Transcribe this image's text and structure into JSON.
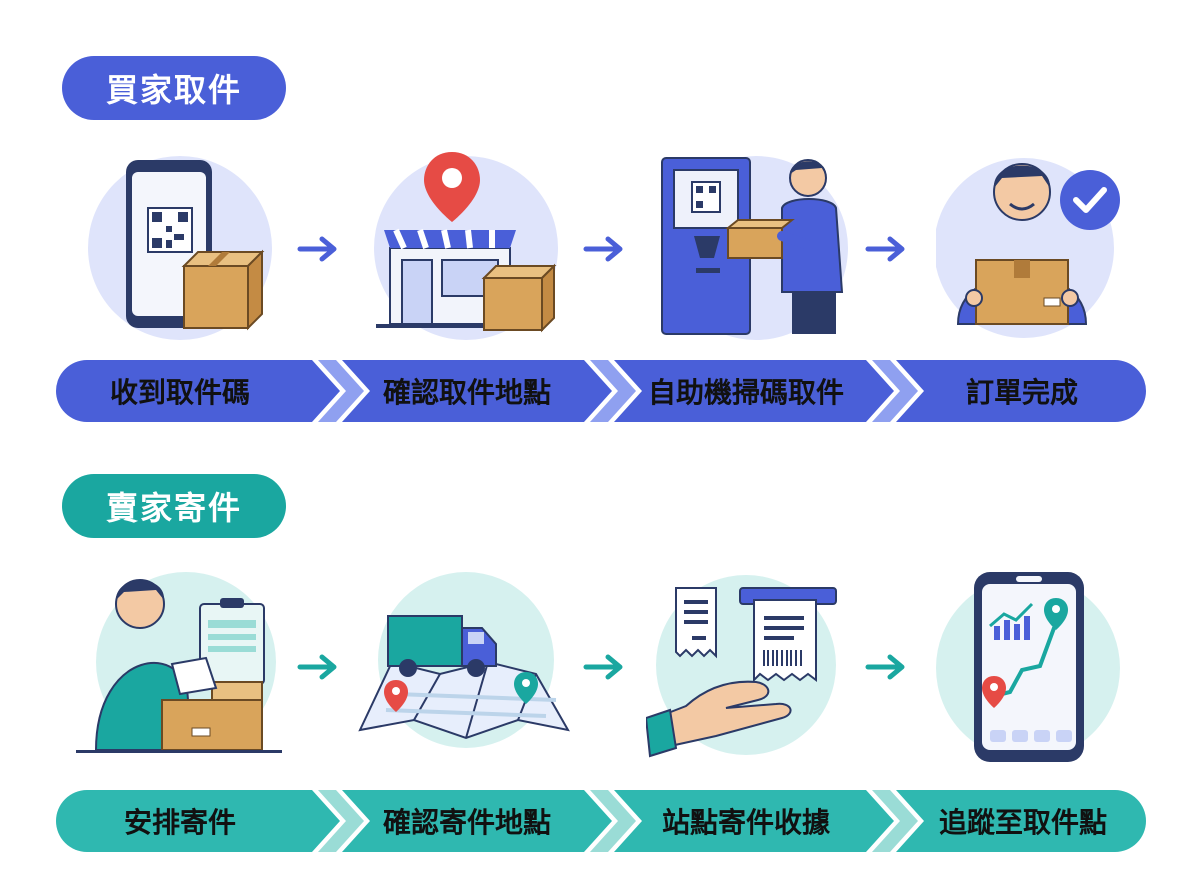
{
  "buyer": {
    "title": "買家取件",
    "steps": [
      {
        "label": "收到取件碼"
      },
      {
        "label": "確認取件地點"
      },
      {
        "label": "自助機掃碼取件"
      },
      {
        "label": "訂單完成"
      }
    ],
    "colors": {
      "accent": "#4a5fd8",
      "circle": "#dfe4fb",
      "bar": "#4a5fd8",
      "bar_light": "#8fa0f0"
    }
  },
  "seller": {
    "title": "賣家寄件",
    "steps": [
      {
        "label": "安排寄件"
      },
      {
        "label": "確認寄件地點"
      },
      {
        "label": "站點寄件收據"
      },
      {
        "label": "追蹤至取件點"
      }
    ],
    "colors": {
      "accent": "#1aa7a0",
      "circle": "#d6f1ef",
      "bar": "#2fb8b0",
      "bar_light": "#9adcd6"
    }
  }
}
